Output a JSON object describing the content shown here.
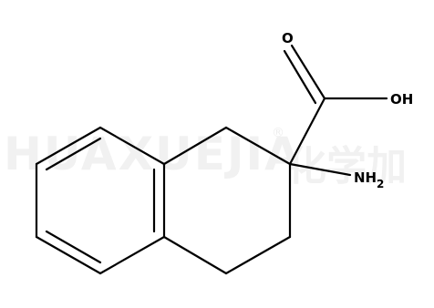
{
  "watermark": {
    "latin": "HUAXUEJIA",
    "registered": "®",
    "cjk": "化学加"
  },
  "labels": {
    "carbonyl_oxygen": "O",
    "hydroxyl": "OH",
    "amine_main": "NH",
    "amine_subscript": "2"
  },
  "colors": {
    "bond": "#000000",
    "watermark": "#f1f1f1",
    "background": "#ffffff"
  }
}
